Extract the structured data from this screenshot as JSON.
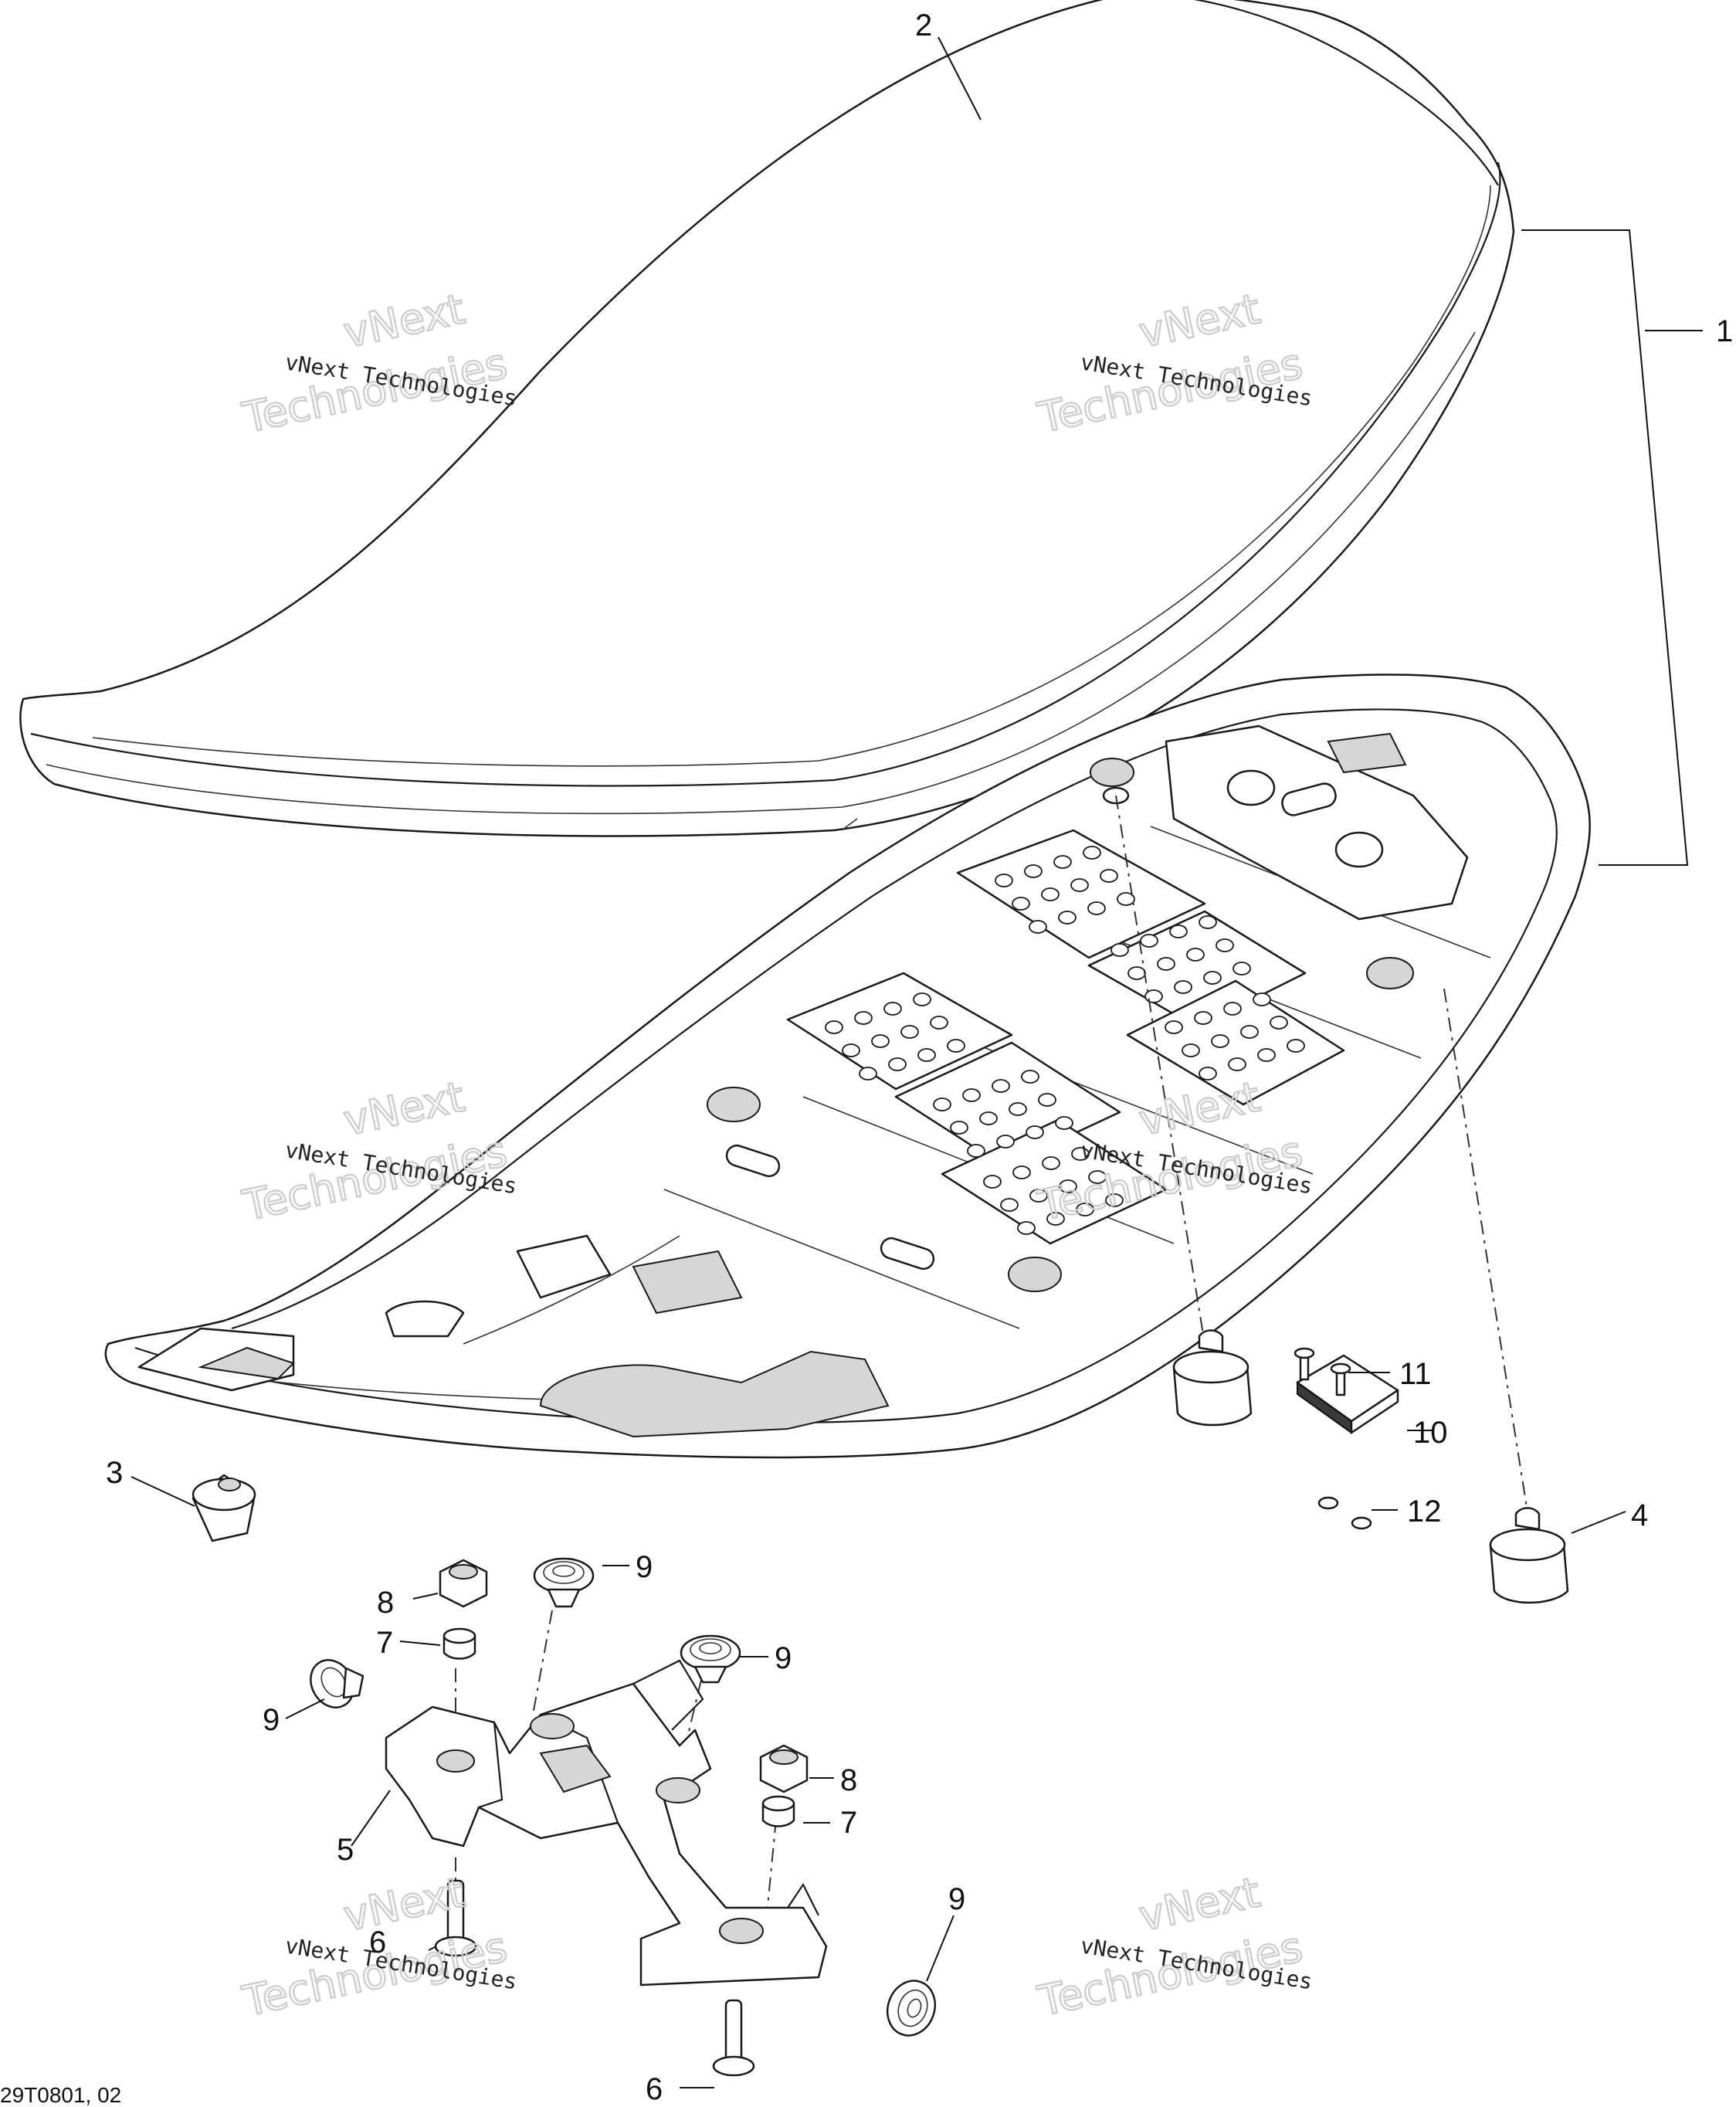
{
  "callouts": {
    "c1": "1",
    "c2": "2",
    "c3": "3",
    "c4": "4",
    "c5": "5",
    "c6a": "6",
    "c6b": "6",
    "c7a": "7",
    "c7b": "7",
    "c8a": "8",
    "c8b": "8",
    "c9a": "9",
    "c9b": "9",
    "c9c": "9",
    "c9d": "9",
    "c10": "10",
    "c11": "11",
    "c12": "12"
  },
  "figure_code": "29T0801, 02",
  "watermark": {
    "line1": "vNext Technologies",
    "big_top": "vNext",
    "big_bottom": "Technologies"
  }
}
